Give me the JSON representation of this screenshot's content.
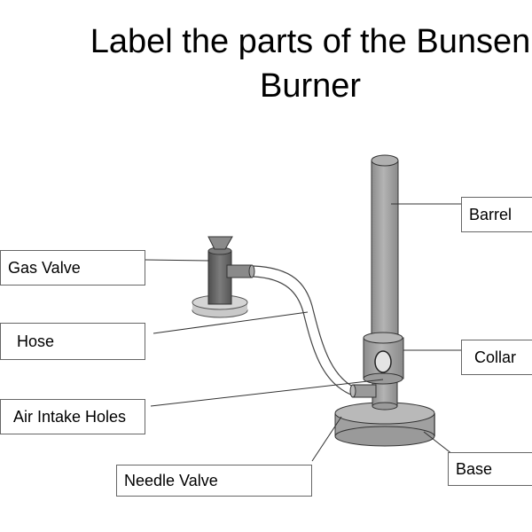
{
  "title": {
    "line1": "Label the parts of the Bunsen",
    "line2": "Burner"
  },
  "labels": {
    "barrel": "Barrel",
    "gas_valve": "Gas Valve",
    "hose": "Hose",
    "collar": "Collar",
    "air_intake_holes": "Air Intake Holes",
    "base": "Base",
    "needle_valve": "Needle Valve"
  },
  "colors": {
    "metal_light": "#a8a8a8",
    "metal_dark": "#6e6e6e",
    "base_shadow": "#bdbdbd",
    "outline": "#333333"
  }
}
